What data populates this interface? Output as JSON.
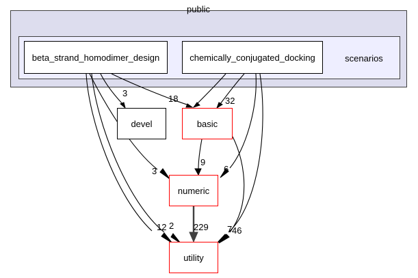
{
  "diagram": {
    "type": "directory-dependency-graph",
    "clusters": [
      {
        "id": "public",
        "label": "public"
      },
      {
        "id": "scenarios",
        "label": "scenarios"
      }
    ],
    "nodes": [
      {
        "id": "beta",
        "label": "beta_strand_homodimer_design",
        "border_color": "#000000"
      },
      {
        "id": "chem",
        "label": "chemically_conjugated_docking",
        "border_color": "#000000"
      },
      {
        "id": "devel",
        "label": "devel",
        "border_color": "#000000"
      },
      {
        "id": "basic",
        "label": "basic",
        "border_color": "#ff0000"
      },
      {
        "id": "numeric",
        "label": "numeric",
        "border_color": "#ff0000"
      },
      {
        "id": "utility",
        "label": "utility",
        "border_color": "#ff0000"
      }
    ],
    "edges": [
      {
        "from": "beta",
        "to": "devel",
        "label": "3"
      },
      {
        "from": "beta",
        "to": "basic",
        "label": "18"
      },
      {
        "from": "beta",
        "to": "numeric",
        "label": "3"
      },
      {
        "from": "beta",
        "to": "utility",
        "label": "12"
      },
      {
        "from": "beta",
        "to": "utility2",
        "label": "2"
      },
      {
        "from": "chem",
        "to": "devel",
        "label": "18"
      },
      {
        "from": "chem",
        "to": "basic",
        "label": "32"
      },
      {
        "from": "chem",
        "to": "numeric",
        "label": "6"
      },
      {
        "from": "chem",
        "to": "utility",
        "label": "7"
      },
      {
        "from": "basic",
        "to": "numeric",
        "label": "9"
      },
      {
        "from": "basic",
        "to": "utility",
        "label": "46"
      },
      {
        "from": "numeric",
        "to": "utility",
        "label": "229"
      }
    ],
    "edge_labels": {
      "beta_devel": "3",
      "to_basic_18": "18",
      "to_basic_32": "32",
      "devel_numeric": "3",
      "basic_numeric": "9",
      "chem_numeric": "6",
      "utility_12": "12",
      "utility_2": "2",
      "utility_229": "229",
      "utility_7": "7",
      "utility_46": "46"
    }
  },
  "colors": {
    "cluster_outer_bg": "#ddddee",
    "cluster_inner_bg": "#eeeeff",
    "node_bg": "#ffffff",
    "node_border": "#000000",
    "node_border_highlight": "#ff0000",
    "edge": "#000000",
    "page_bg": "#ffffff"
  }
}
